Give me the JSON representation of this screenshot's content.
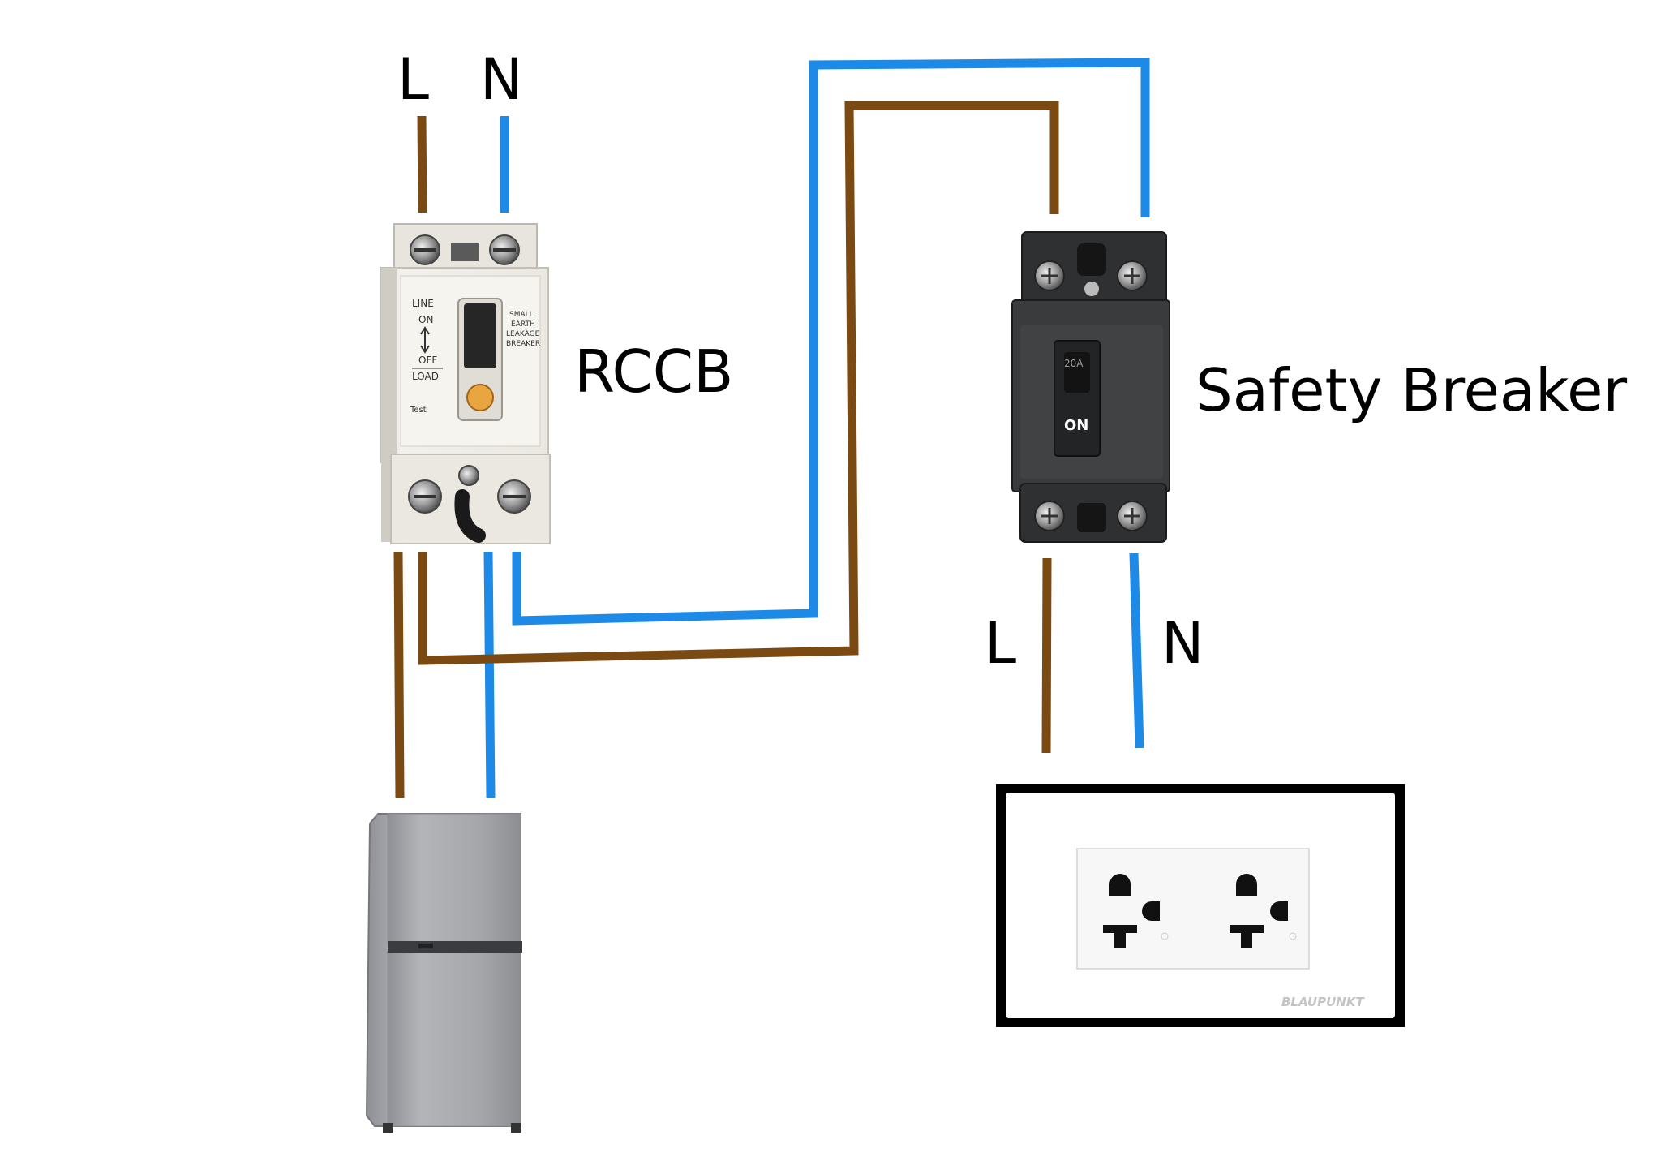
{
  "labels": {
    "supply_line": "L",
    "supply_neutral": "N",
    "rccb": "RCCB",
    "safety_breaker": "Safety Breaker",
    "out_line": "L",
    "out_neutral": "N"
  },
  "rccb_device": {
    "line": "LINE",
    "on": "ON",
    "off": "OFF",
    "load": "LOAD",
    "test": "Test",
    "small": "SMALL",
    "earth": "EARTH",
    "leakage": "LEAKAGE",
    "breaker": "BREAKER"
  },
  "breaker_device": {
    "rating": "20A",
    "on": "ON"
  },
  "outlet_device": {
    "brand": "BLAUPUNKT"
  },
  "colors": {
    "line_wire": "#7a4a12",
    "neutral_wire": "#1e8ae8",
    "rccb_body": "#f1efe9",
    "breaker_body": "#3a3b3d",
    "fridge_body": "#a9abaf",
    "outlet_frame": "#000000"
  }
}
